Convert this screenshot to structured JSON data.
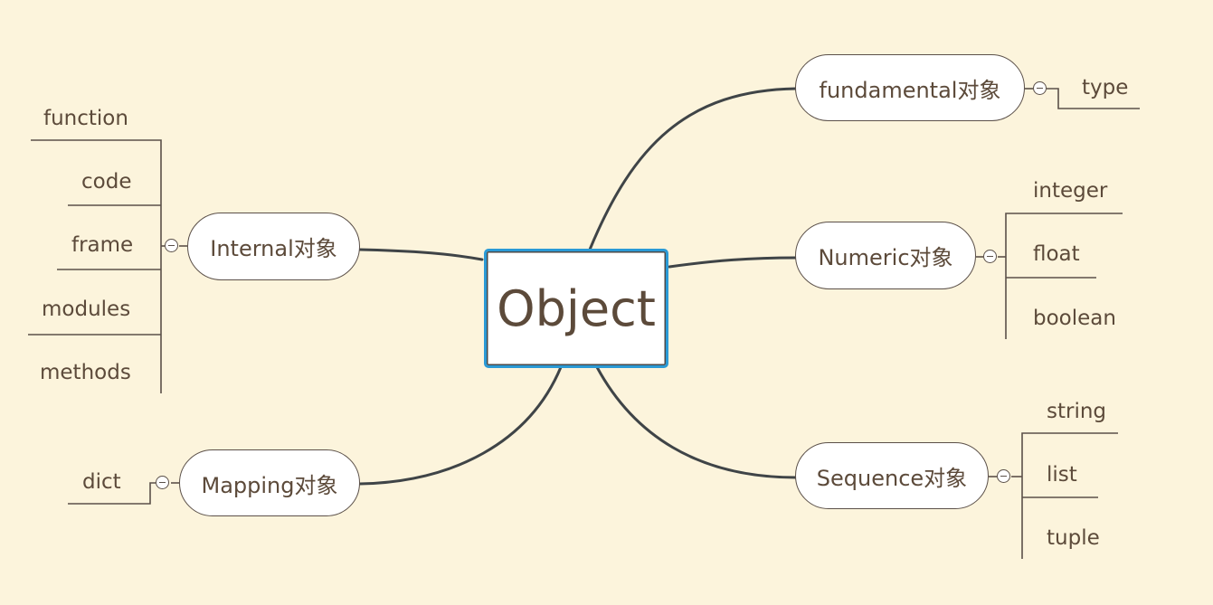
{
  "root": {
    "label": "Object"
  },
  "branches": {
    "fundamental": {
      "label": "fundamental对象",
      "children": [
        "type"
      ]
    },
    "numeric": {
      "label": "Numeric对象",
      "children": [
        "integer",
        "float",
        "boolean"
      ]
    },
    "sequence": {
      "label": "Sequence对象",
      "children": [
        "string",
        "list",
        "tuple"
      ]
    },
    "internal": {
      "label": "Internal对象",
      "children": [
        "function",
        "code",
        "frame",
        "modules",
        "methods"
      ]
    },
    "mapping": {
      "label": "Mapping对象",
      "children": [
        "dict"
      ]
    }
  },
  "colors": {
    "background": "#fcf4dc",
    "root_border": "#2a9ad6",
    "text": "#5c4a3a",
    "lines": "#3f4447"
  }
}
